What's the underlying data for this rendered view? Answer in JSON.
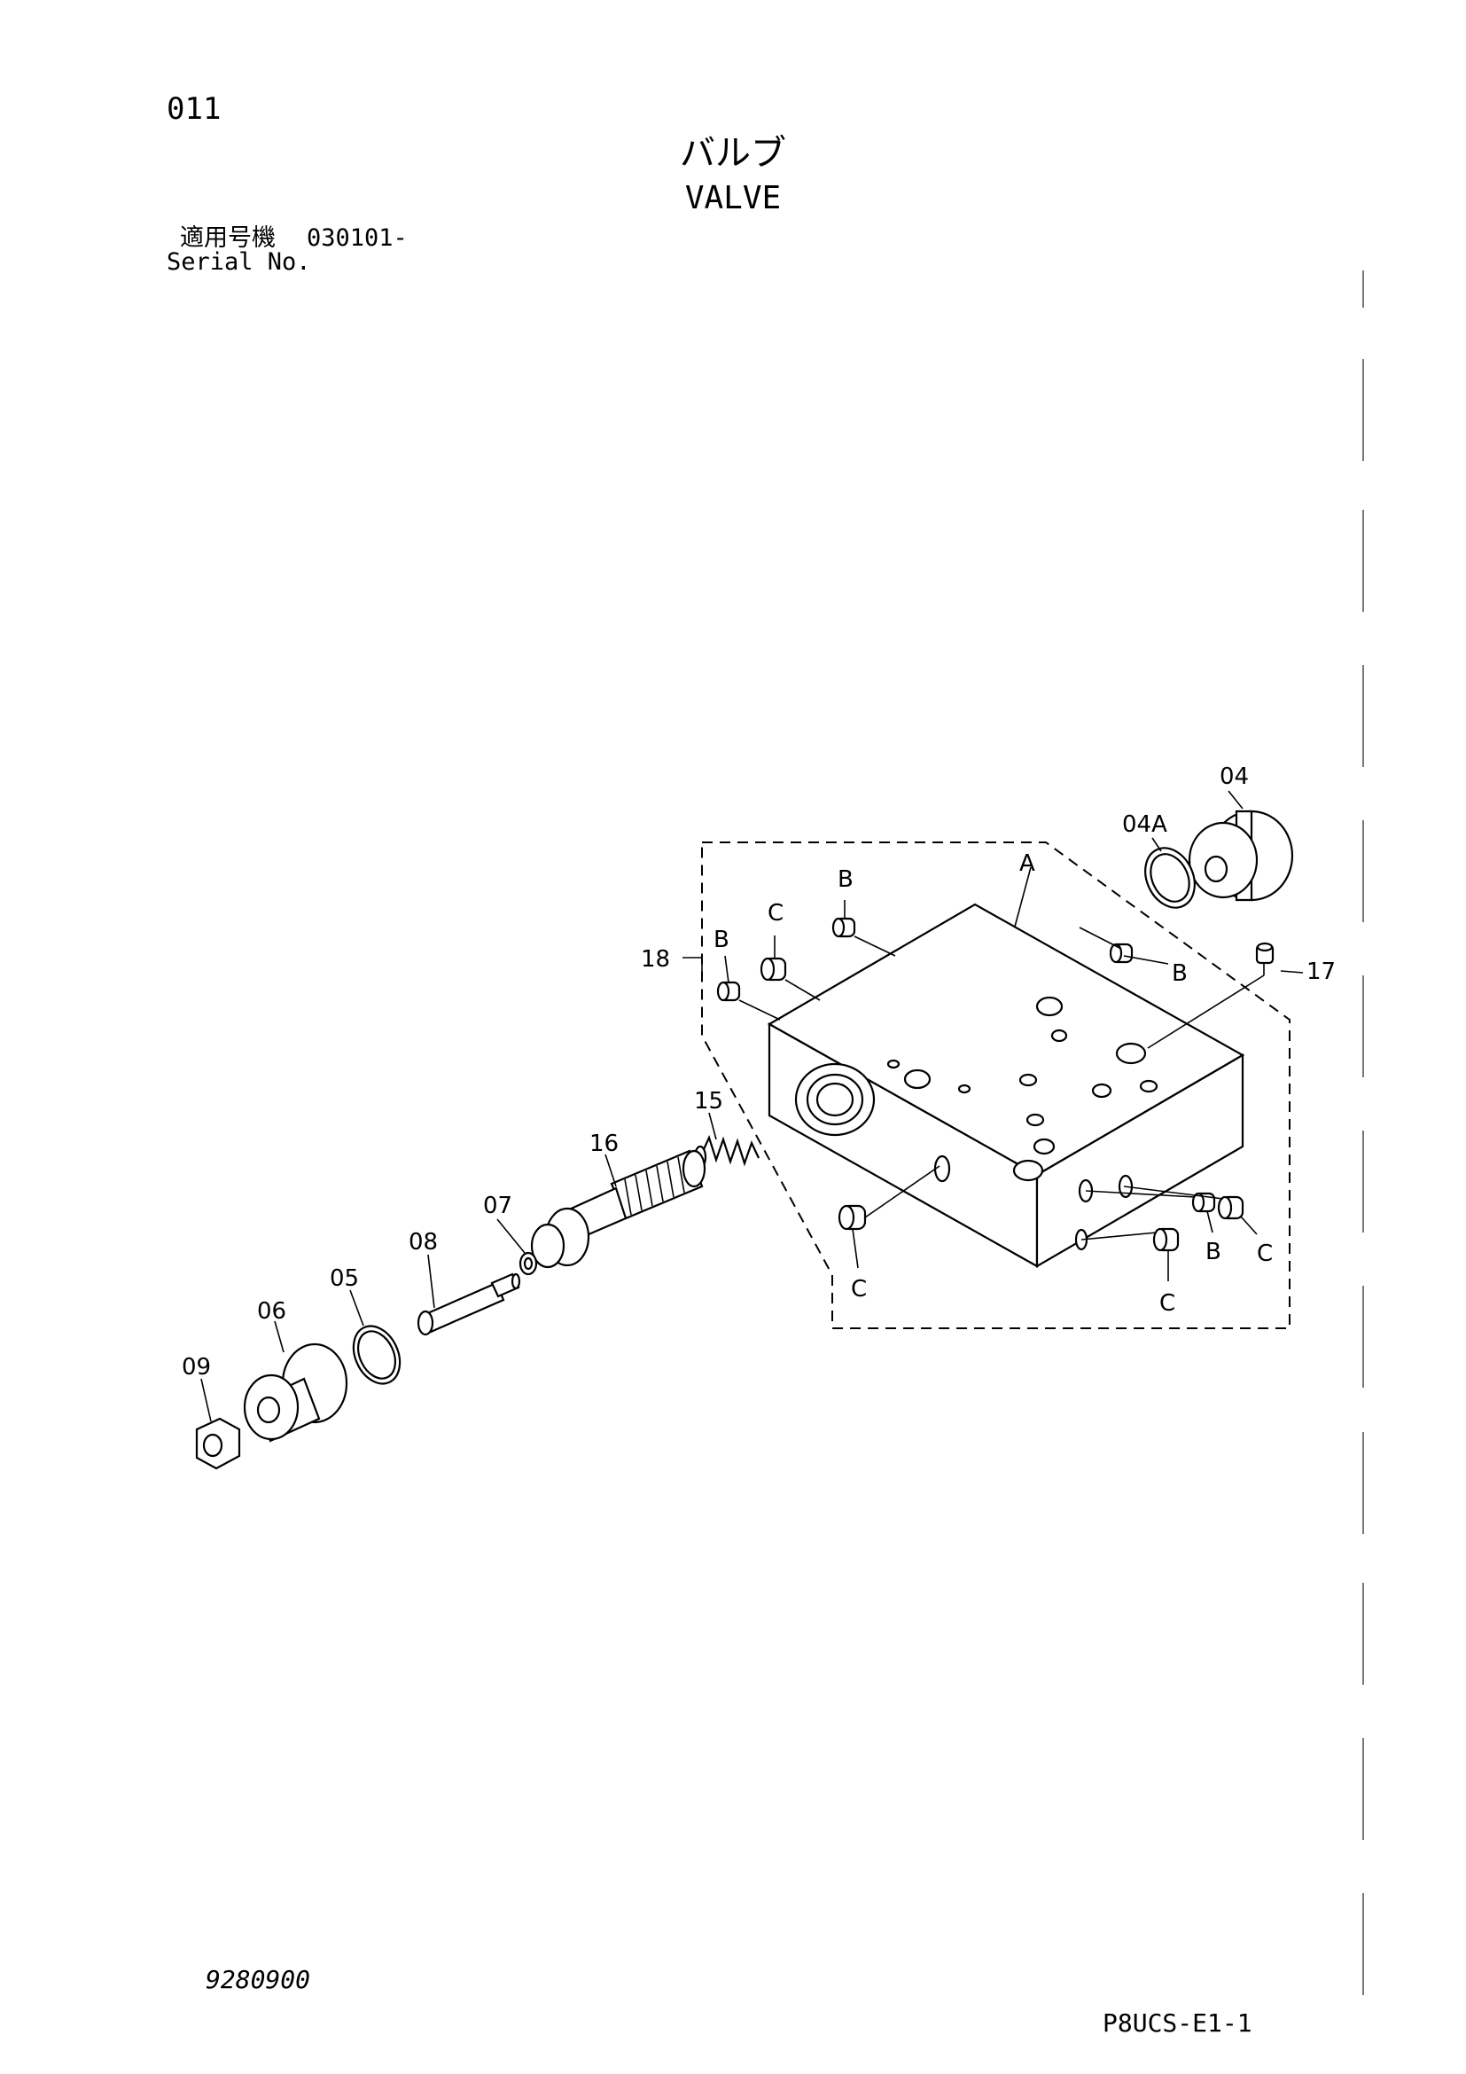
{
  "header": {
    "page_number": "011",
    "title_jp": "バルブ",
    "title_en": "VALVE",
    "serial_label_jp": "適用号機",
    "serial_value": "030101-",
    "serial_label_en": "Serial No."
  },
  "footer": {
    "drawing_number": "9280900",
    "sheet_code": "P8UCS-E1-1"
  },
  "callouts": {
    "p04": "04",
    "p04a": "04A",
    "pA": "A",
    "b1": "B",
    "c1": "C",
    "b2": "B",
    "p18": "18",
    "b3": "B",
    "p17": "17",
    "p15": "15",
    "p16": "16",
    "p07": "07",
    "p08": "08",
    "p05": "05",
    "p06": "06",
    "p09": "09",
    "c2": "C",
    "b4": "B",
    "c3": "C",
    "c4": "C"
  }
}
